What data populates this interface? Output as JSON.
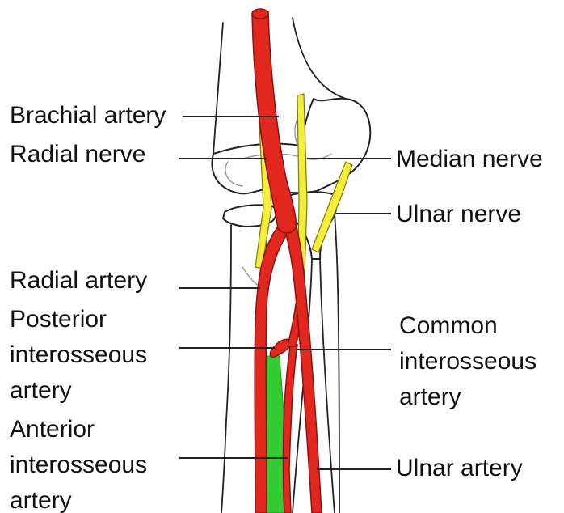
{
  "colors": {
    "artery_fill": "#e2271f",
    "artery_outline": "#8a1410",
    "nerve_fill": "#f2ee3a",
    "nerve_outline": "#7d7a16",
    "membrane_fill": "#33cc33",
    "label_text": "#111111",
    "leader_line": "#222222"
  },
  "labels": {
    "brachial_artery": [
      "Brachial artery"
    ],
    "radial_nerve": [
      "Radial nerve"
    ],
    "radial_artery": [
      "Radial artery"
    ],
    "posterior_interosseous": [
      "Posterior",
      "interosseous",
      "artery"
    ],
    "anterior_interosseous": [
      "Anterior",
      "interosseous",
      "artery"
    ],
    "median_nerve": [
      "Median nerve"
    ],
    "ulnar_nerve": [
      "Ulnar nerve"
    ],
    "common_interosseous": [
      "Common",
      "interosseous",
      "artery"
    ],
    "ulnar_artery": [
      "Ulnar artery"
    ]
  }
}
